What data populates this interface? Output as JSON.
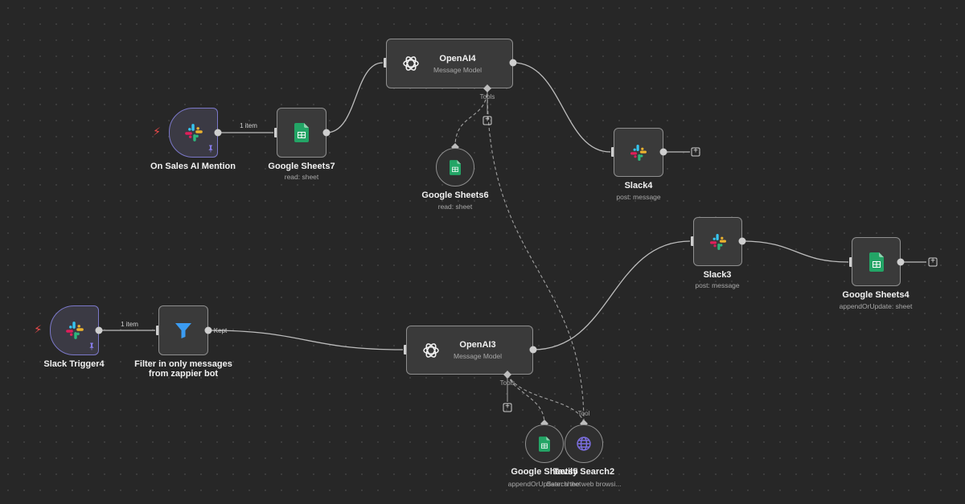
{
  "colors": {
    "canvas": "#272727",
    "node_fill": "#3a3a3a",
    "node_border": "#8f8f8f",
    "trigger_border": "#7b78c9",
    "sheets_green": "#23a566",
    "filter_blue": "#3b9cf2",
    "web_purple": "#7c6fe0",
    "trigger_bolt": "#ef4b4b"
  },
  "nodes": {
    "on_sales_ai_mention": {
      "title": "On Sales AI Mention",
      "icon": "slack-icon"
    },
    "google_sheets7": {
      "title": "Google Sheets7",
      "subtitle": "read: sheet",
      "icon": "google-sheets-icon"
    },
    "openai4": {
      "title": "OpenAI4",
      "subtitle": "Message Model",
      "icon": "openai-icon"
    },
    "google_sheets6": {
      "title": "Google Sheets6",
      "subtitle": "read: sheet",
      "icon": "google-sheets-icon"
    },
    "slack4": {
      "title": "Slack4",
      "subtitle": "post: message",
      "icon": "slack-icon"
    },
    "slack3": {
      "title": "Slack3",
      "subtitle": "post: message",
      "icon": "slack-icon"
    },
    "google_sheets4": {
      "title": "Google Sheets4",
      "subtitle": "appendOrUpdate: sheet",
      "icon": "google-sheets-icon"
    },
    "slack_trigger4": {
      "title": "Slack Trigger4",
      "icon": "slack-icon"
    },
    "filter": {
      "title_line1": "Filter in only messages",
      "title_line2": "from zappier bot",
      "icon": "filter-icon"
    },
    "openai3": {
      "title": "OpenAI3",
      "subtitle": "Message Model",
      "icon": "openai-icon"
    },
    "google_sheets5": {
      "title": "Google Sheets5",
      "subtitle": "appendOrUpdate: sheet",
      "icon": "google-sheets-icon"
    },
    "tavily_search2": {
      "title": "Tavily Search2",
      "subtitle": "Search the web browsi...",
      "icon": "globe-icon"
    }
  },
  "edges": {
    "trigger1_label": "1 item",
    "trigger2_label": "1 item",
    "filter_kept_label": "Kept"
  },
  "tools": {
    "openai4_label": "Tools",
    "openai3_label": "Tools",
    "tavily_label": "Tool"
  }
}
